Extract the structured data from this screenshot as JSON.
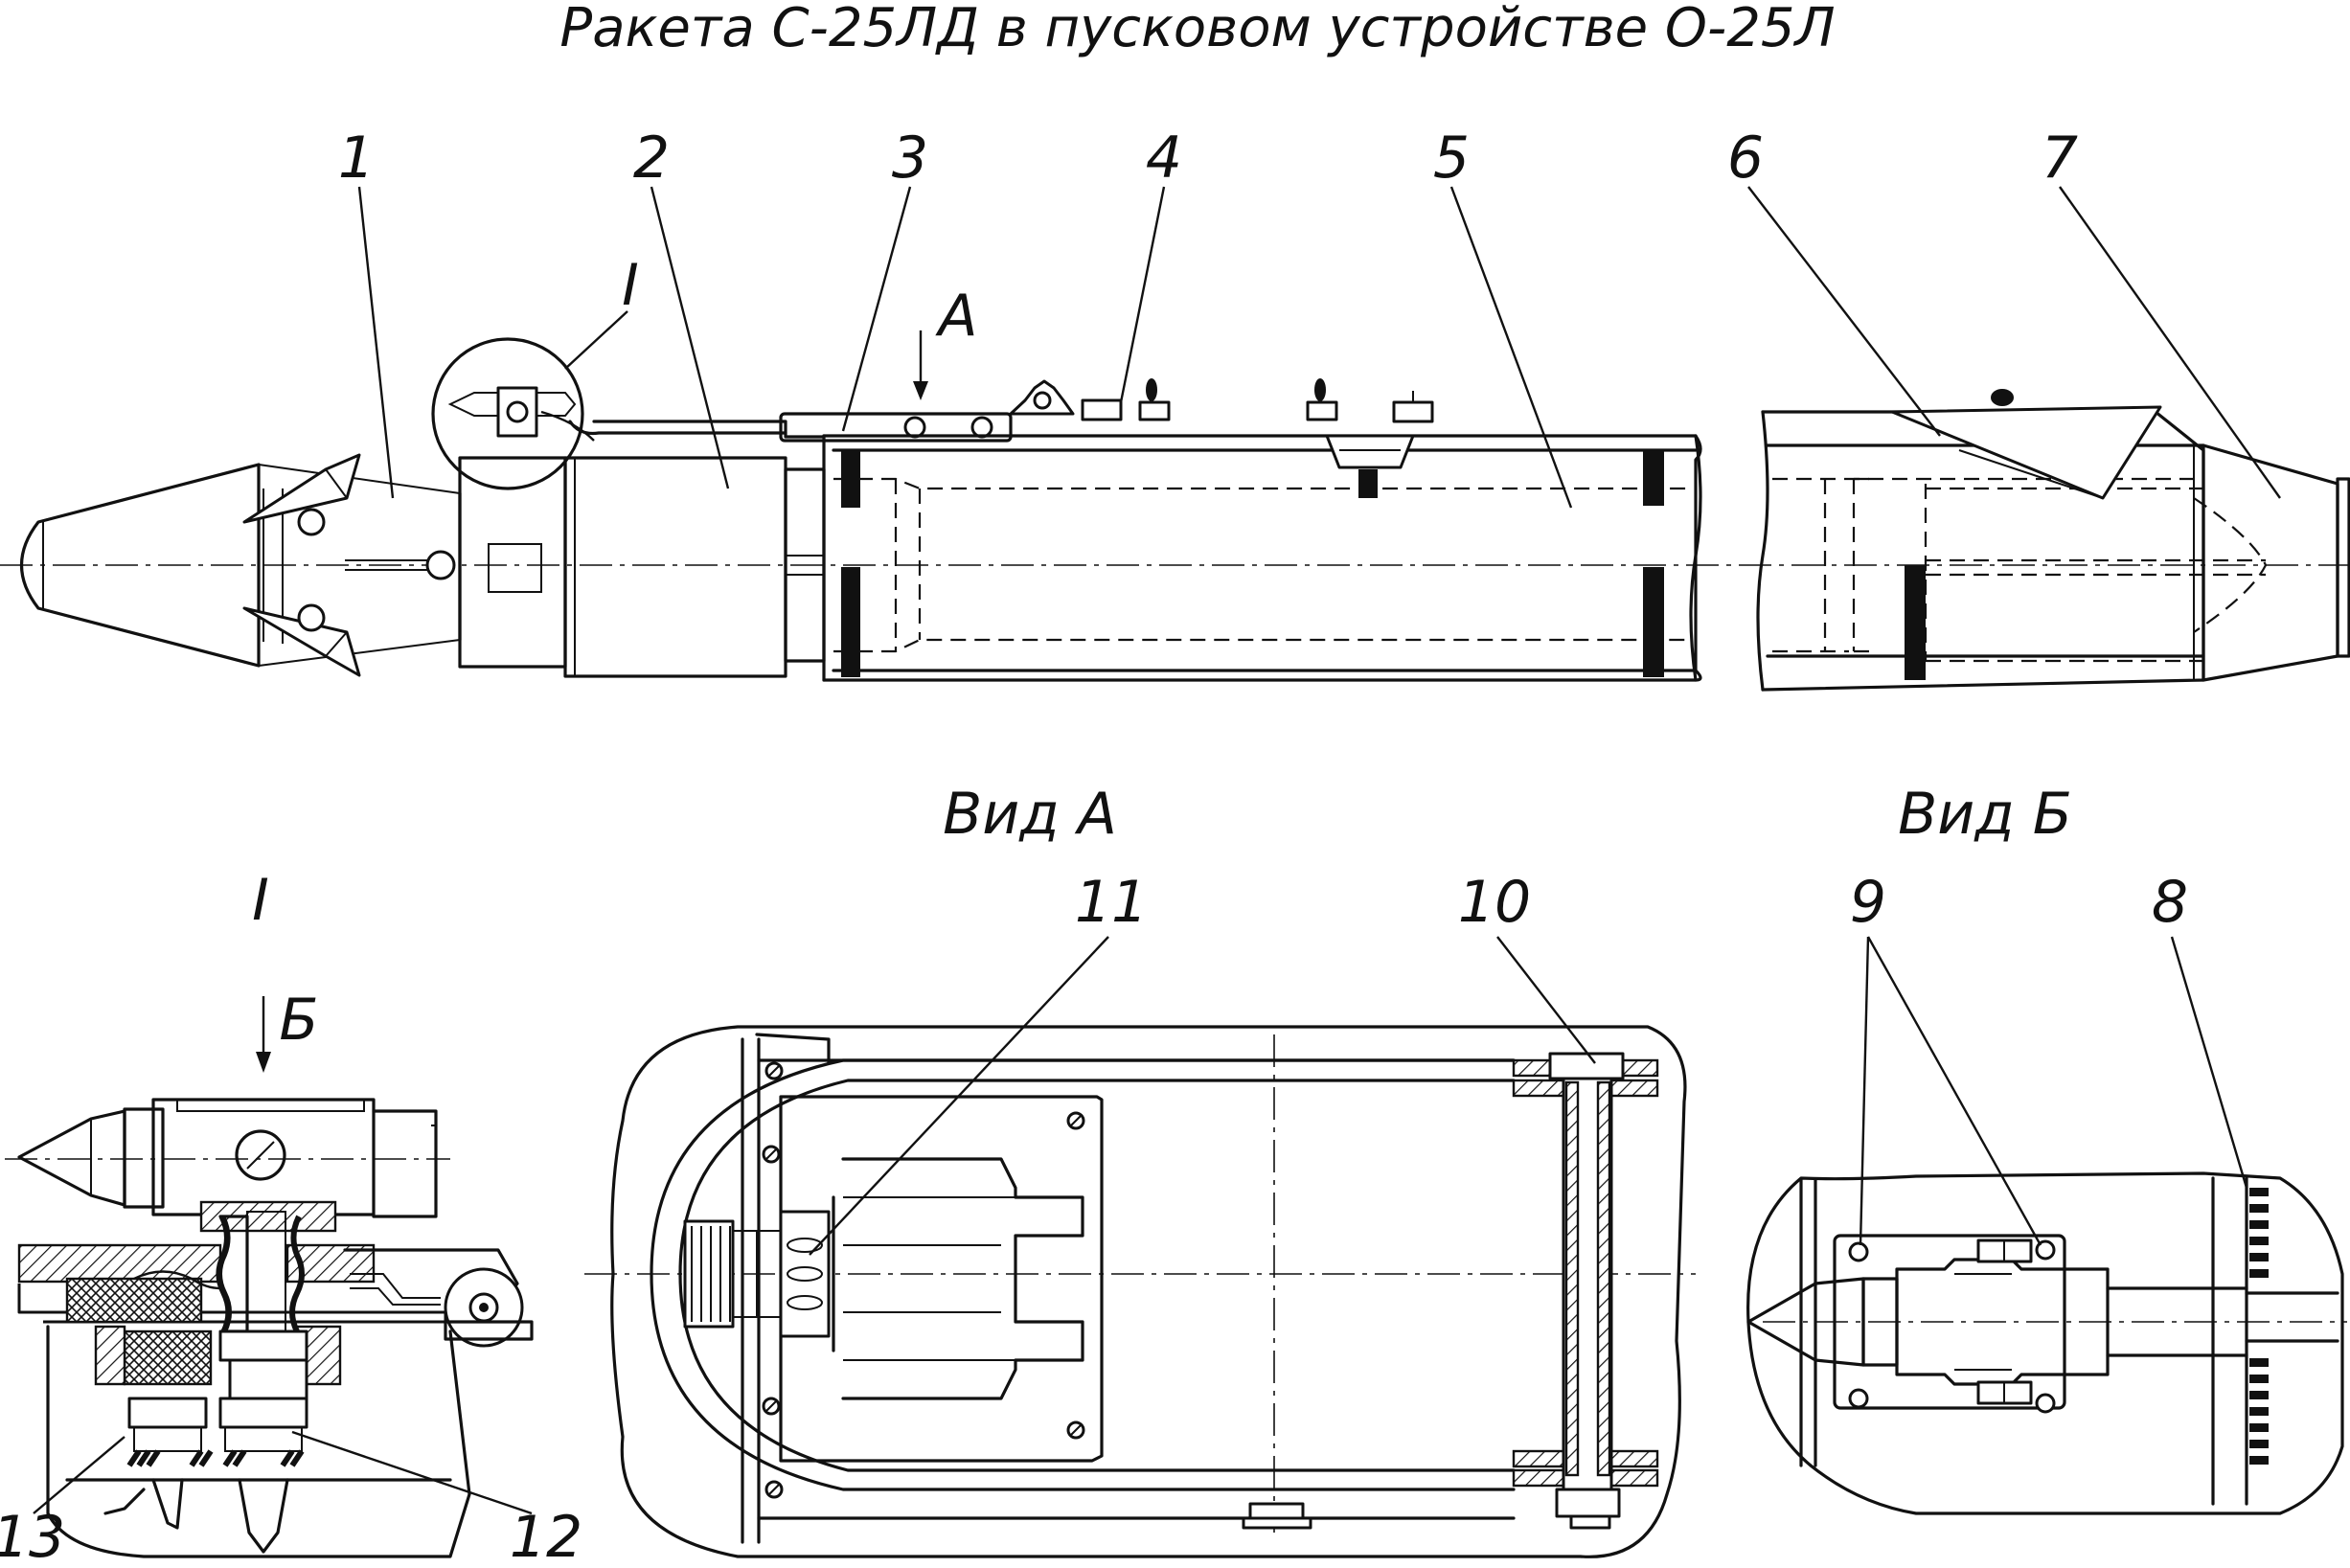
{
  "title": "Ракета С-25ЛД в пусковом устройстве О-25Л",
  "callouts": [
    "1",
    "2",
    "3",
    "4",
    "5",
    "6",
    "7",
    "8",
    "9",
    "10",
    "11",
    "12",
    "13"
  ],
  "detail_mark": "I",
  "view_arrow_a": "А",
  "view_arrow_b": "Б",
  "view_a_label": "Вид А",
  "view_b_label": "Вид Б",
  "detail_label": "I"
}
